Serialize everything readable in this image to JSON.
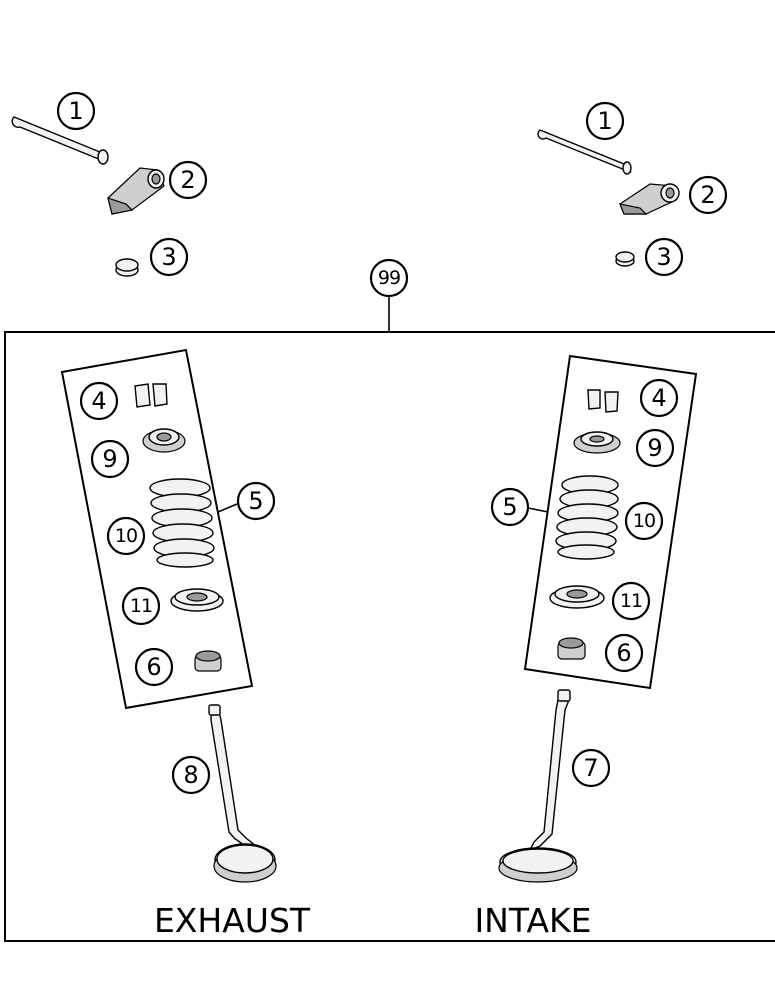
{
  "callouts": {
    "left_rocker_shaft": "1",
    "left_rocker_arm": "2",
    "left_shim": "3",
    "right_rocker_shaft": "1",
    "right_rocker_arm": "2",
    "right_shim": "3",
    "kit": "99",
    "ex_keepers": "4",
    "ex_retainer": "9",
    "ex_spring_assy": "5",
    "ex_spring": "10",
    "ex_seat": "11",
    "ex_seal": "6",
    "ex_valve": "8",
    "in_keepers": "4",
    "in_retainer": "9",
    "in_spring_assy": "5",
    "in_spring": "10",
    "in_seat": "11",
    "in_seal": "6",
    "in_valve": "7"
  },
  "labels": {
    "exhaust": "EXHAUST",
    "intake": "INTAKE"
  }
}
